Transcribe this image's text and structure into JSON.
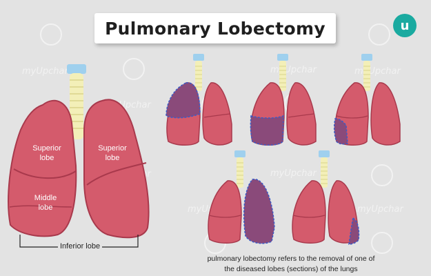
{
  "title": "Pulmonary Lobectomy",
  "logo": {
    "icon": "myupchar-logo-icon",
    "glyph": "u",
    "color": "#1aaaa0"
  },
  "watermark": "myUpchar",
  "main_lungs": {
    "labels": {
      "left_superior": "Superior lobe",
      "right_superior": "Superior lobe",
      "middle": "Middle lobe",
      "inferior": "Inferior lobe"
    }
  },
  "caption": {
    "line1": "pulmonary lobectomy refers to the removal of one of",
    "line2": "the diseased lobes (sections) of the lungs"
  },
  "colors": {
    "lung": "#d45b6c",
    "lung_dark": "#a8394c",
    "diseased": "#8a4a7a",
    "outline": "#3a5bc7",
    "trachea": "#f3efb8"
  }
}
